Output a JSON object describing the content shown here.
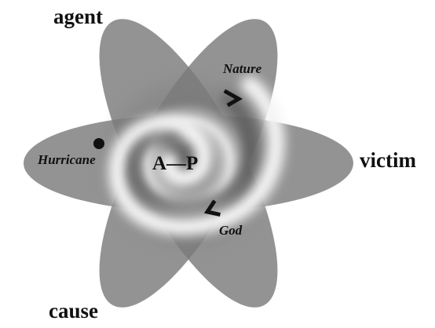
{
  "corner_labels": {
    "agent": "agent",
    "victim": "victim",
    "cause": "cause"
  },
  "center_label": "A—P",
  "inner_labels": {
    "nature": "Nature",
    "hurricane": "Hurricane",
    "god": "God"
  },
  "colors": {
    "background": "#ffffff",
    "petal_fill": "#7a7a7a",
    "text": "#111111",
    "swirl_light": "#f2f2f2",
    "swirl_dark": "#5e5e5e"
  },
  "icons": {
    "hurricane_marker": "filled-circle-dot",
    "nature_marker": "chevron-mark",
    "god_marker": "chevron-mark"
  }
}
